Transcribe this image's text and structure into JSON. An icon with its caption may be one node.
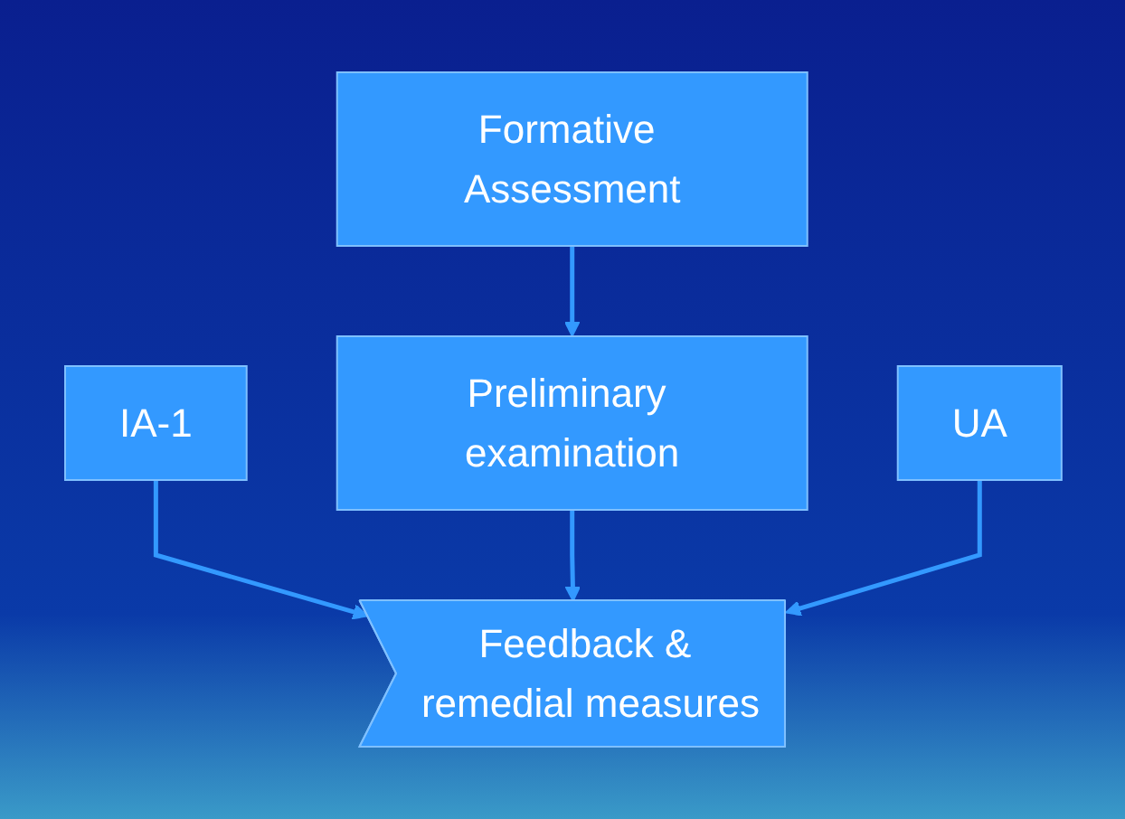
{
  "diagram": {
    "nodes": [
      {
        "text": [
          "Formative Assessment"
        ]
      },
      {
        "text": [
          "IA-1"
        ]
      },
      {
        "text": [
          "Preliminary examination"
        ]
      },
      {
        "text": [
          "UA"
        ]
      },
      {
        "text": [
          "Feedback & remedial measures"
        ]
      }
    ],
    "edges": [
      {
        "from": 0,
        "to": 2,
        "arrow": "to"
      },
      {
        "from": 1,
        "to": 4,
        "arrow": "to"
      },
      {
        "from": 2,
        "to": 4,
        "arrow": "to"
      },
      {
        "from": 3,
        "to": 4,
        "arrow": "to"
      }
    ]
  }
}
